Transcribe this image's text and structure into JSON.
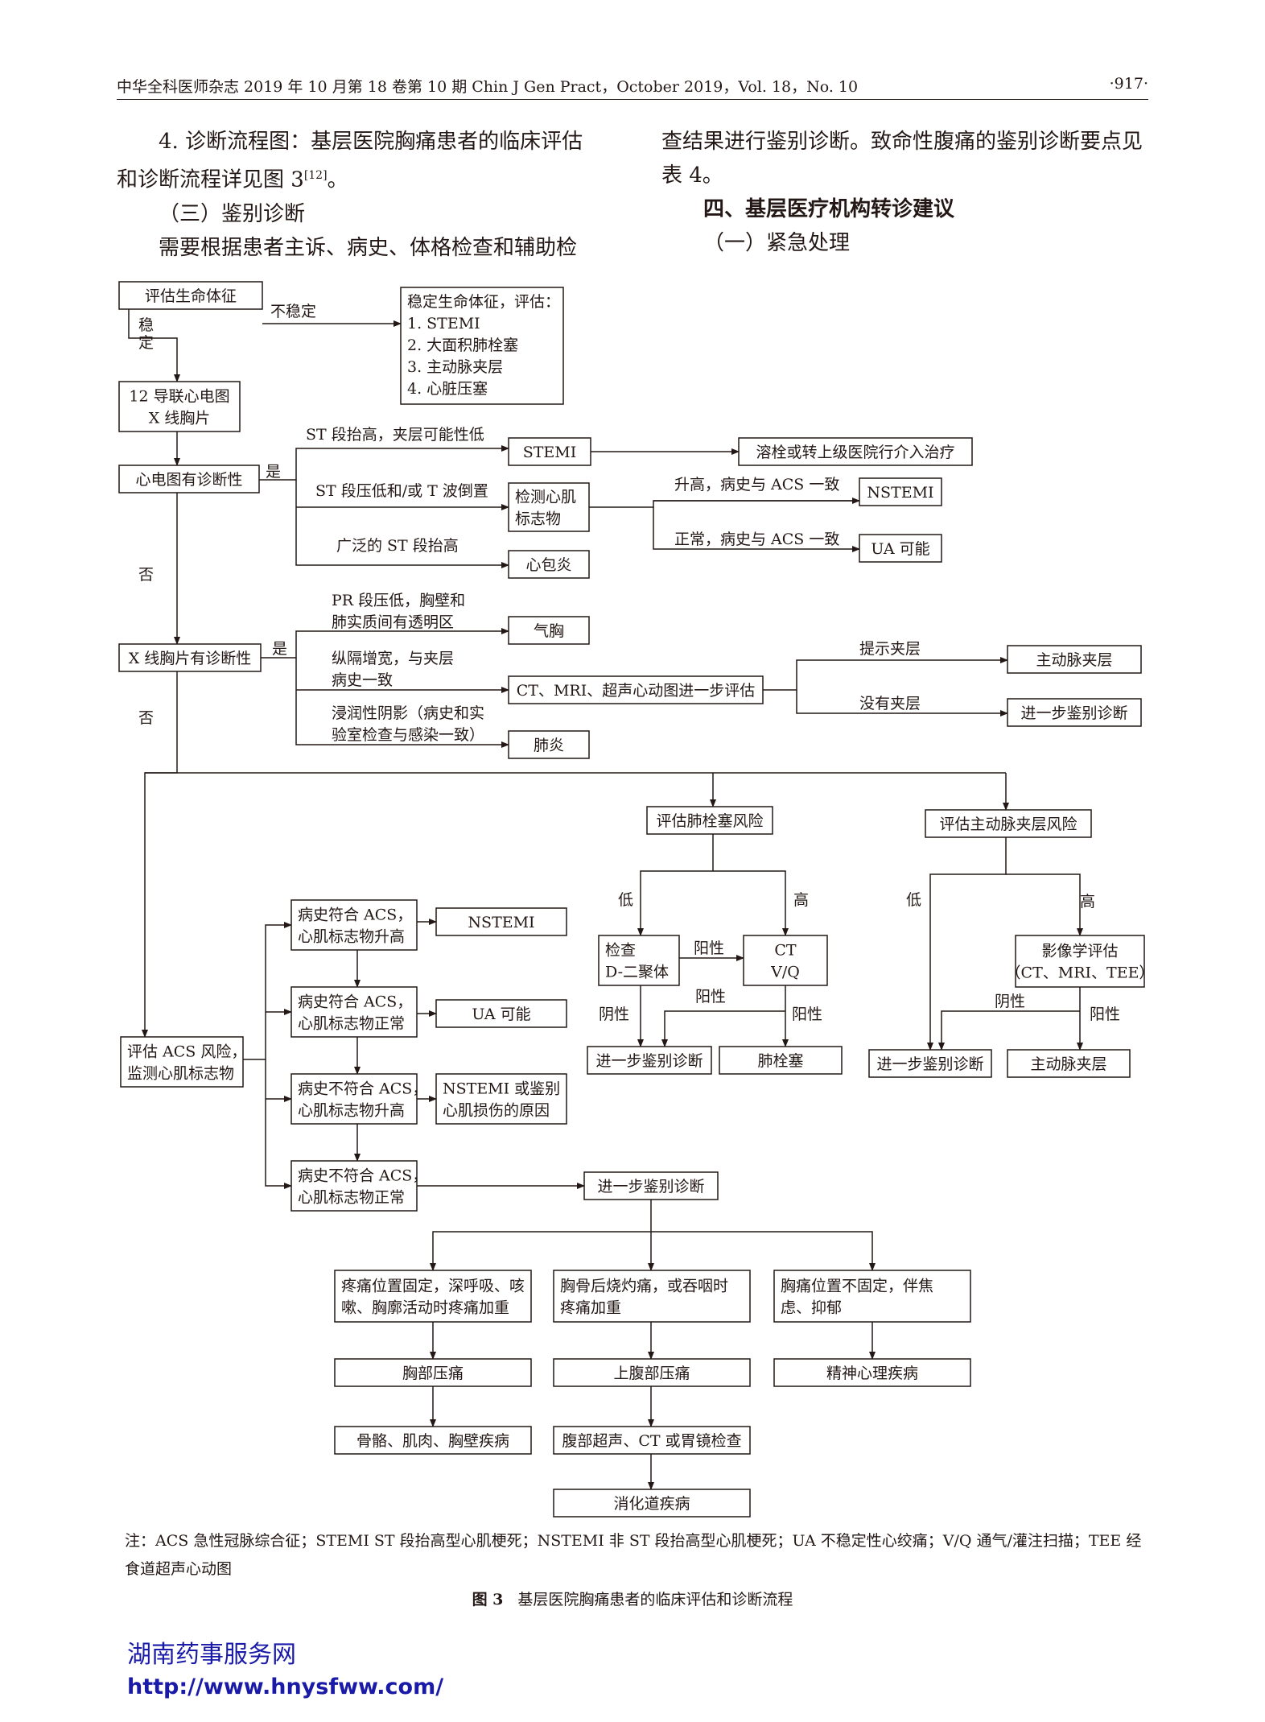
{
  "header": {
    "left": "中华全科医师杂志 2019 年 10 月第 18 卷第 10 期   Chin J Gen Pract，October 2019，Vol. 18，No. 10",
    "page": "·917·"
  },
  "text": {
    "p1": "4. 诊断流程图：基层医院胸痛患者的临床评估和诊断流程详见图 3",
    "p1_ref": "[12]",
    "p1_end": "。",
    "h_diff": "（三）鉴别诊断",
    "p2": "需要根据患者主诉、病史、体格检查和辅助检",
    "p3": "查结果进行鉴别诊断。致命性腹痛的鉴别诊断要点见表 4。",
    "h_section": "四、基层医疗机构转诊建议",
    "h_urgent": "（一）紧急处理"
  },
  "flow": {
    "b_vitals": "评估生命体征",
    "e_unstable": "不稳定",
    "e_stable": [
      "稳",
      "定"
    ],
    "b_stabilize": [
      "稳定生命体征，评估：",
      "1. STEMI",
      "2. 大面积肺栓塞",
      "3. 主动脉夹层",
      "4. 心脏压塞"
    ],
    "b_ecg12": [
      "12 导联心电图",
      "X 线胸片"
    ],
    "b_ecg_dx": "心电图有诊断性",
    "e_yes": "是",
    "e_no": "否",
    "e_st_elev": "ST 段抬高，夹层可能性低",
    "b_stemi": "STEMI",
    "b_thromb": "溶栓或转上级医院行介入治疗",
    "e_st_dep": "ST 段压低和/或 T 波倒置",
    "b_marker": [
      "检测心肌",
      "标志物"
    ],
    "e_rise": "升高，病史与 ACS 一致",
    "b_nstemi": "NSTEMI",
    "e_normal": "正常，病史与 ACS 一致",
    "b_ua": "UA 可能",
    "e_wide_st": "广泛的 ST 段抬高",
    "b_pericarditis": "心包炎",
    "e_pr": [
      "PR 段压低，胸壁和",
      "肺实质间有透明区"
    ],
    "b_pneumothorax": "气胸",
    "b_xray_dx": "X 线胸片有诊断性",
    "e_mediast": [
      "纵隔增宽，与夹层",
      "病史一致"
    ],
    "b_ct": "CT、MRI、超声心动图进一步评估",
    "e_suggest_dissect": "提示夹层",
    "b_aortic1": "主动脉夹层",
    "e_no_dissect": "没有夹层",
    "b_further1": "进一步鉴别诊断",
    "e_infil": [
      "浸润性阴影（病史和实",
      "验室检查与感染一致）"
    ],
    "b_pneumonia": "肺炎",
    "b_pe_risk": "评估肺栓塞风险",
    "b_ad_risk": "评估主动脉夹层风险",
    "e_low": "低",
    "e_high": "高",
    "b_ddimer": [
      "检查",
      "D-二聚体"
    ],
    "e_positive": "阳性",
    "e_negative": "阴性",
    "b_ctvq": [
      "CT",
      "V/Q"
    ],
    "b_further2": "进一步鉴别诊断",
    "b_pe": "肺栓塞",
    "b_imaging": [
      "影像学评估",
      "（CT、MRI、TEE）"
    ],
    "b_further3": "进一步鉴别诊断",
    "b_aortic2": "主动脉夹层",
    "b_acs_risk": [
      "评估 ACS 风险，",
      "监测心肌标志物"
    ],
    "b_h1": [
      "病史符合 ACS，",
      "心肌标志物升高"
    ],
    "b_h1r": "NSTEMI",
    "b_h2": [
      "病史符合 ACS，",
      "心肌标志物正常"
    ],
    "b_h2r": "UA 可能",
    "b_h3": [
      "病史不符合 ACS，",
      "心肌标志物升高"
    ],
    "b_h3r": [
      "NSTEMI 或鉴别",
      "心肌损伤的原因"
    ],
    "b_h4": [
      "病史不符合 ACS，",
      "心肌标志物正常"
    ],
    "b_further4": "进一步鉴别诊断",
    "b_c1": [
      "疼痛位置固定，深呼吸、咳",
      "嗽、胸廓活动时疼痛加重"
    ],
    "b_c2": [
      "胸骨后烧灼痛，或吞咽时",
      "疼痛加重"
    ],
    "b_c3": [
      "胸痛位置不固定，伴焦",
      "虑、抑郁"
    ],
    "b_chest_tender": "胸部压痛",
    "b_abd_tender": "上腹部压痛",
    "b_psych": "精神心理疾病",
    "b_msk": "骨骼、肌肉、胸壁疾病",
    "b_abd_exam": "腹部超声、CT 或胃镜检查",
    "b_gi": "消化道疾病"
  },
  "note": "注：ACS 急性冠脉综合征；STEMI ST 段抬高型心肌梗死；NSTEMI 非 ST 段抬高型心肌梗死；UA 不稳定性心绞痛；V/Q 通气/灌注扫描；TEE 经食道超声心动图",
  "caption": {
    "label": "图 3",
    "text": "基层医院胸痛患者的临床评估和诊断流程"
  },
  "watermark": {
    "name": "湖南药事服务网",
    "url": "http://www.hnysfww.com/"
  }
}
